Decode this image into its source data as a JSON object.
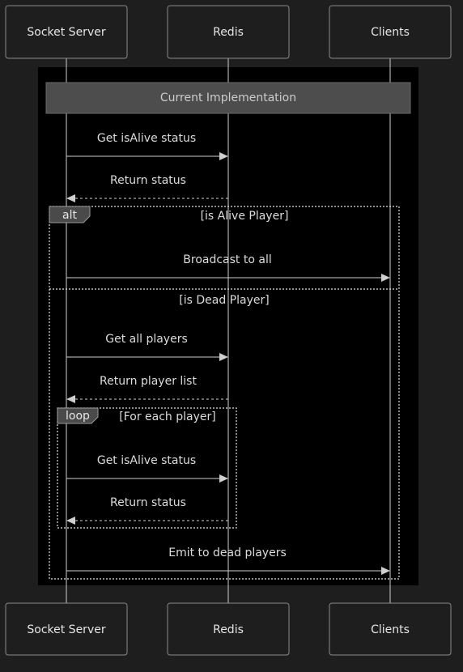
{
  "actors": [
    {
      "id": "server",
      "label": "Socket Server"
    },
    {
      "id": "redis",
      "label": "Redis"
    },
    {
      "id": "clients",
      "label": "Clients"
    }
  ],
  "note": {
    "text": "Current Implementation"
  },
  "messages": [
    {
      "id": "m1",
      "from": "server",
      "to": "redis",
      "label": "Get isAlive status",
      "style": "solid"
    },
    {
      "id": "m2",
      "from": "redis",
      "to": "server",
      "label": "Return status",
      "style": "dashed"
    },
    {
      "id": "m3",
      "from": "server",
      "to": "clients",
      "label": "Broadcast to all",
      "style": "solid"
    },
    {
      "id": "m4",
      "from": "server",
      "to": "redis",
      "label": "Get all players",
      "style": "solid"
    },
    {
      "id": "m5",
      "from": "redis",
      "to": "server",
      "label": "Return player list",
      "style": "dashed"
    },
    {
      "id": "m6",
      "from": "server",
      "to": "redis",
      "label": "Get isAlive status",
      "style": "solid"
    },
    {
      "id": "m7",
      "from": "redis",
      "to": "server",
      "label": "Return status",
      "style": "dashed"
    },
    {
      "id": "m8",
      "from": "server",
      "to": "clients",
      "label": "Emit to dead players",
      "style": "solid"
    }
  ],
  "fragments": {
    "alt": {
      "tag": "alt",
      "guard": "[is Alive Player]",
      "else_guard": "[is Dead Player]"
    },
    "loop": {
      "tag": "loop",
      "guard": "[For each player]"
    }
  }
}
